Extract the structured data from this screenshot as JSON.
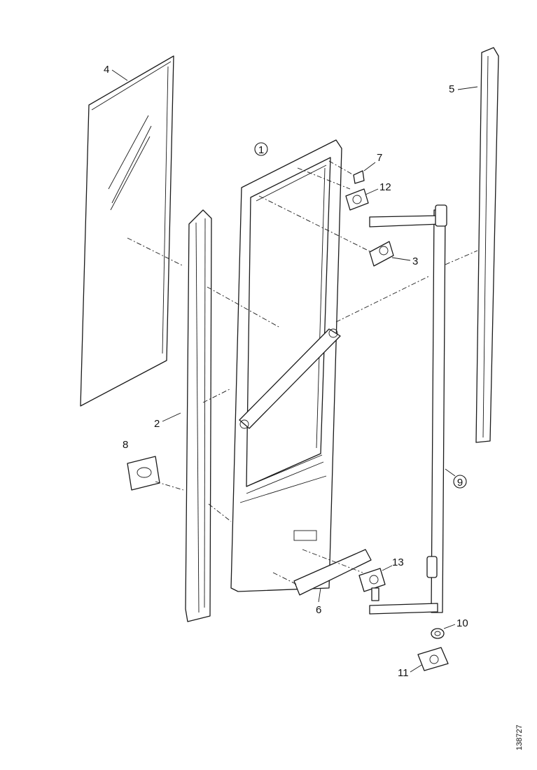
{
  "labels": {
    "l1": "1",
    "l2": "2",
    "l3": "3",
    "l4": "4",
    "l5": "5",
    "l6": "6",
    "l7": "7",
    "l8": "8",
    "l9": "9",
    "l10": "10",
    "l11": "11",
    "l12": "12",
    "l13": "13"
  },
  "drawing_number": "138727"
}
